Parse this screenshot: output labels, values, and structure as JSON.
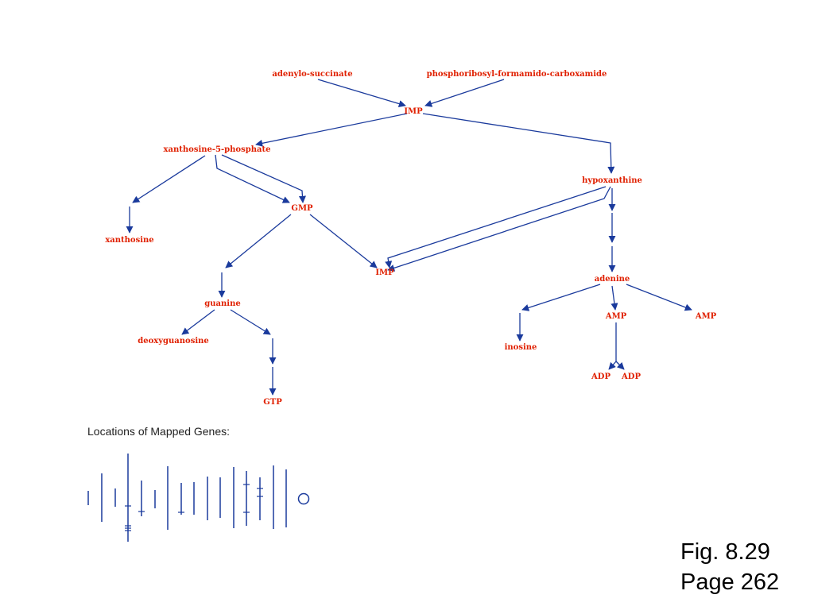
{
  "colors": {
    "node_text": "#e02000",
    "edge": "#1a3a9c",
    "gene_line": "#1a3a9c"
  },
  "pathway": {
    "nodes": [
      {
        "id": "adenylo",
        "label": "adenylo-succinate"
      },
      {
        "id": "prfc",
        "label": "phosphoribosyl-formamido-carboxamide"
      },
      {
        "id": "imp1",
        "label": "IMP"
      },
      {
        "id": "xmp",
        "label": "xanthosine-5-phosphate"
      },
      {
        "id": "hypo",
        "label": "hypoxanthine"
      },
      {
        "id": "xanth",
        "label": "xanthosine"
      },
      {
        "id": "gmp",
        "label": "GMP"
      },
      {
        "id": "imp2",
        "label": "IMP"
      },
      {
        "id": "adenine",
        "label": "adenine"
      },
      {
        "id": "guanine",
        "label": "guanine"
      },
      {
        "id": "amp1",
        "label": "AMP"
      },
      {
        "id": "amp2",
        "label": "AMP"
      },
      {
        "id": "deoxyg",
        "label": "deoxyguanosine"
      },
      {
        "id": "inosine",
        "label": "inosine"
      },
      {
        "id": "adp1",
        "label": "ADP"
      },
      {
        "id": "adp2",
        "label": "ADP"
      },
      {
        "id": "gtp",
        "label": "GTP"
      }
    ]
  },
  "genes": {
    "title": "Locations of Mapped Genes:",
    "chromosome_count": 16,
    "circular_element": true
  },
  "caption": {
    "figure": "Fig. 8.29",
    "page": "Page 262"
  }
}
